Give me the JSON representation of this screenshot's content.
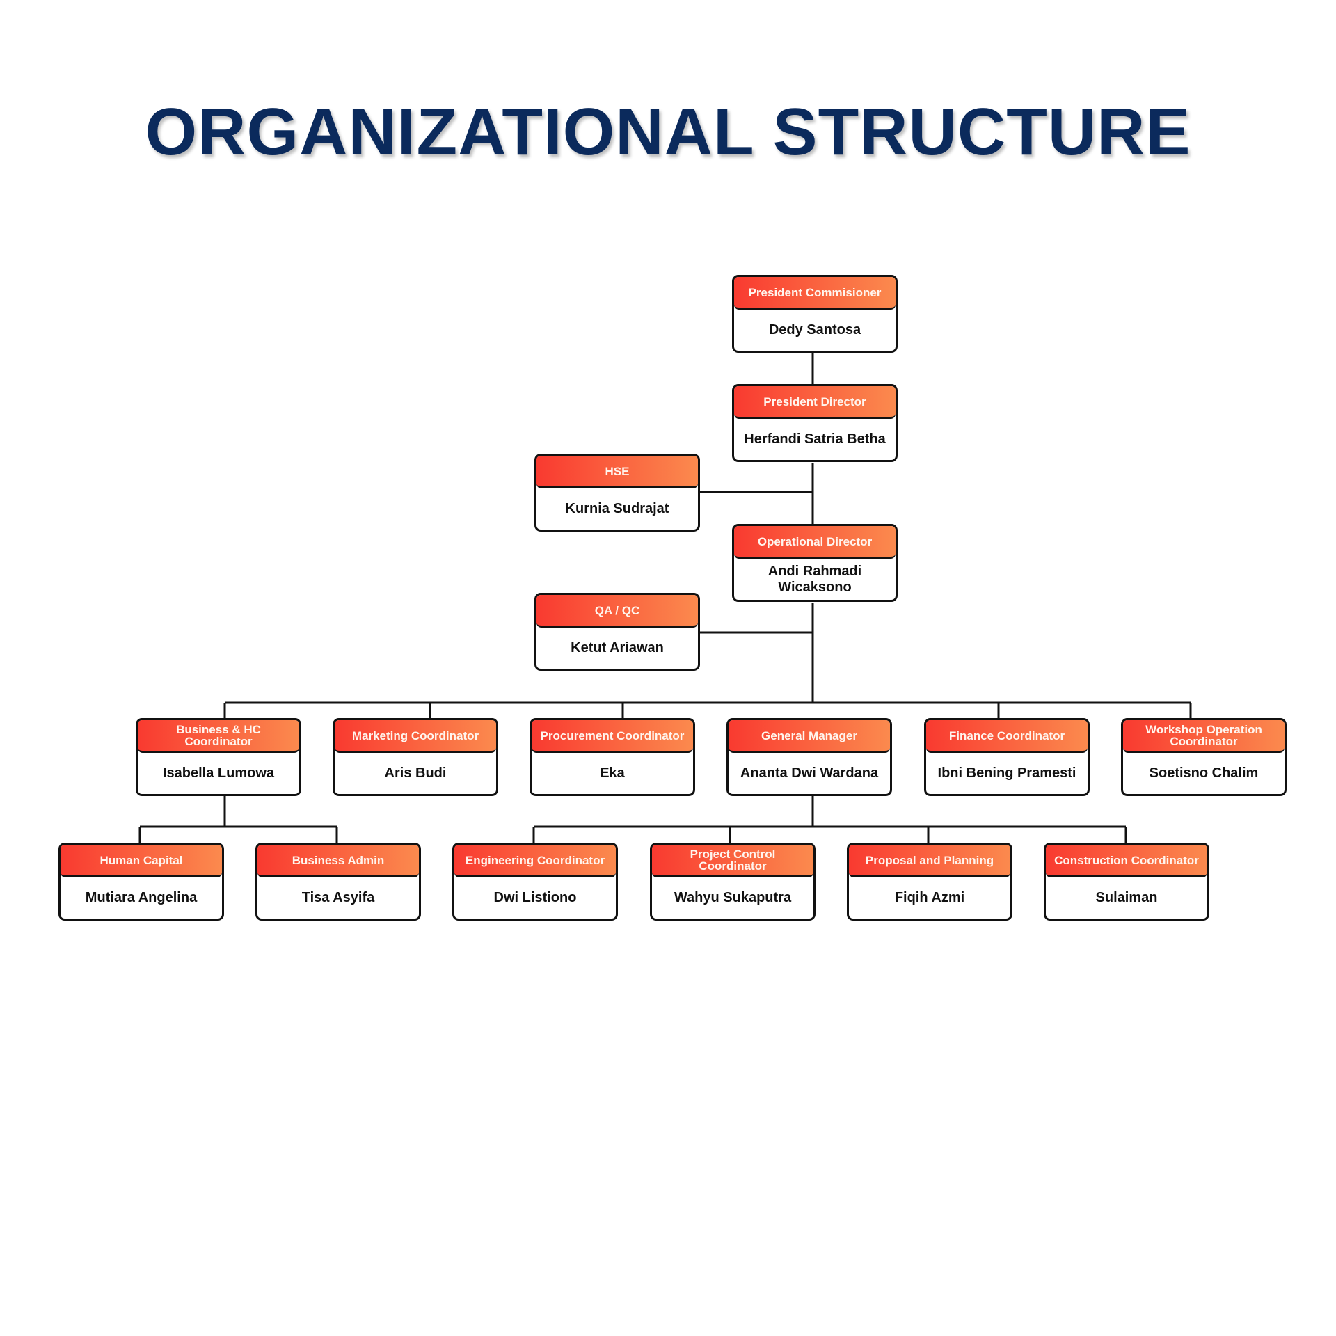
{
  "title": "ORGANIZATIONAL STRUCTURE",
  "nodes": {
    "pc": {
      "role": "President Commisioner",
      "name": "Dedy Santosa"
    },
    "pd": {
      "role": "President Director",
      "name": "Herfandi Satria Betha"
    },
    "hse": {
      "role": "HSE",
      "name": "Kurnia Sudrajat"
    },
    "od": {
      "role": "Operational Director",
      "name": "Andi Rahmadi Wicaksono"
    },
    "qa": {
      "role": "QA / QC",
      "name": "Ketut Ariawan"
    },
    "bhc": {
      "role": "Business & HC Coordinator",
      "name": "Isabella Lumowa"
    },
    "mkt": {
      "role": "Marketing Coordinator",
      "name": "Aris Budi"
    },
    "proc": {
      "role": "Procurement Coordinator",
      "name": "Eka"
    },
    "gm": {
      "role": "General Manager",
      "name": "Ananta Dwi Wardana"
    },
    "fin": {
      "role": "Finance Coordinator",
      "name": "Ibni Bening Pramesti"
    },
    "ws": {
      "role": "Workshop Operation Coordinator",
      "name": "Soetisno Chalim"
    },
    "hc": {
      "role": "Human Capital",
      "name": "Mutiara Angelina"
    },
    "ba": {
      "role": "Business Admin",
      "name": "Tisa Asyifa"
    },
    "eng": {
      "role": "Engineering Coordinator",
      "name": "Dwi Listiono"
    },
    "pcc": {
      "role": "Project Control Coordinator",
      "name": "Wahyu Sukaputra"
    },
    "pp": {
      "role": "Proposal and Planning",
      "name": "Fiqih Azmi"
    },
    "cc": {
      "role": "Construction Coordinator",
      "name": "Sulaiman"
    }
  }
}
